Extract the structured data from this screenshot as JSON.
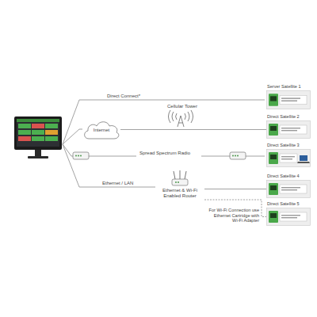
{
  "diagram": {
    "nodes": [
      {
        "text": [
          "Internet"
        ]
      },
      {
        "text": [
          "Ethernet & Wi-Fi Enabled Router"
        ]
      },
      {
        "text": [
          "Server Satellite 1"
        ]
      },
      {
        "text": [
          "Direct Satellite 2"
        ]
      },
      {
        "text": [
          "Direct Satellite 3"
        ]
      },
      {
        "text": [
          "Direct Satellite 4"
        ]
      },
      {
        "text": [
          "Direct Satellite 5"
        ]
      }
    ],
    "edges": [
      {
        "from": 0,
        "to": 3,
        "arrow": "none"
      },
      {
        "from": 1,
        "to": 5,
        "arrow": "none"
      },
      {
        "from": 1,
        "to": 6,
        "arrow": "none"
      }
    ],
    "labels": [
      "Direct Connect*",
      "Cellular Tower",
      "Spread Spectrum Radio",
      "Ethernet / LAN",
      "For Wi-Fi Connection use Ethernet Cartridge with Wi-Fi Adapter"
    ]
  }
}
